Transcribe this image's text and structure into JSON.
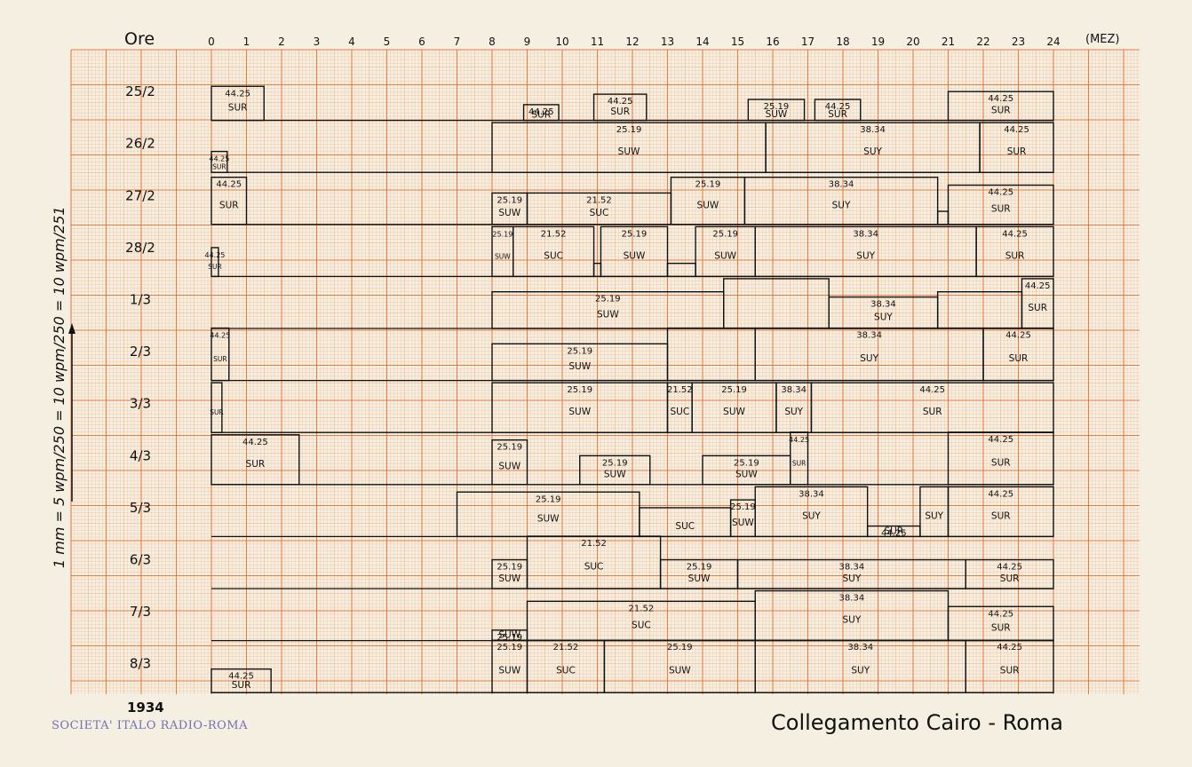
{
  "header": {
    "hours_label": "Ore",
    "unit_label": "(MEZ)",
    "hour_ticks": [
      "0",
      "1",
      "2",
      "3",
      "4",
      "5",
      "6",
      "7",
      "8",
      "9",
      "10",
      "11",
      "12",
      "13",
      "14",
      "15",
      "16",
      "17",
      "18",
      "19",
      "20",
      "21",
      "22",
      "23",
      "24"
    ]
  },
  "scale_note": "1 mm = 5 wpm/250 = 10 wpm/250 = 10 wpm/251",
  "year": "1934",
  "title": "Collegamento Cairo - Roma",
  "stamp": "SOCIETA' ITALO RADIO-ROMA",
  "colors": {
    "grid": "#f08a4a",
    "grid_major": "#e8692a",
    "paper": "#f4efe1",
    "ink": "#111111",
    "stamp": "#5a5ab0"
  },
  "rows": [
    {
      "date": "25/2",
      "blocks": [
        {
          "s": 0,
          "e": 1.5,
          "level": 0.65,
          "freq": "44.25",
          "call": "SUR"
        },
        {
          "s": 8.9,
          "e": 9.9,
          "level": 0.3,
          "freq": "44.25",
          "call": "SUR"
        },
        {
          "s": 10.9,
          "e": 12.4,
          "level": 0.5,
          "freq": "44.25",
          "call": "SUR"
        },
        {
          "s": 15.3,
          "e": 16.9,
          "level": 0.4,
          "freq": "25.19",
          "call": "SUW"
        },
        {
          "s": 17.2,
          "e": 18.5,
          "level": 0.4,
          "freq": "44.25",
          "call": "SUR"
        },
        {
          "s": 21,
          "e": 24,
          "level": 0.55,
          "freq": "44.25",
          "call": "SUR"
        }
      ]
    },
    {
      "date": "26/2",
      "blocks": [
        {
          "s": 0,
          "e": 0.45,
          "level": 0.4,
          "freq": "44.25",
          "call": "SUR"
        },
        {
          "s": 8,
          "e": 15.8,
          "level": 0.95,
          "freq": "25.19",
          "call": "SUW"
        },
        {
          "s": 15.8,
          "e": 21.9,
          "level": 0.95,
          "freq": "38.34",
          "call": "SUY"
        },
        {
          "s": 21.9,
          "e": 24,
          "level": 0.95,
          "freq": "44.25",
          "call": "SUR"
        }
      ]
    },
    {
      "date": "27/2",
      "blocks": [
        {
          "s": 0,
          "e": 1,
          "level": 0.9,
          "freq": "44.25",
          "call": "SUR"
        },
        {
          "s": 8,
          "e": 9,
          "level": 0.6,
          "freq": "25.19",
          "call": "SUW"
        },
        {
          "s": 9,
          "e": 13.1,
          "level": 0.6,
          "freq": "21.52",
          "call": "SUC"
        },
        {
          "s": 13.1,
          "e": 15.2,
          "level": 0.9,
          "freq": "25.19",
          "call": "SUW"
        },
        {
          "s": 15.2,
          "e": 20.7,
          "level": 0.9,
          "freq": "38.34",
          "call": "SUY"
        },
        {
          "s": 20.7,
          "e": 21,
          "level": 0.25,
          "freq": "",
          "call": ""
        },
        {
          "s": 21,
          "e": 24,
          "level": 0.75,
          "freq": "44.25",
          "call": "SUR"
        }
      ]
    },
    {
      "date": "28/2",
      "blocks": [
        {
          "s": 0,
          "e": 0.2,
          "level": 0.55,
          "freq": "44.25",
          "call": "SUR"
        },
        {
          "s": 8,
          "e": 8.6,
          "level": 0.95,
          "freq": "25.19",
          "call": "SUW"
        },
        {
          "s": 8.6,
          "e": 10.9,
          "level": 0.95,
          "freq": "21.52",
          "call": "SUC"
        },
        {
          "s": 10.9,
          "e": 11.1,
          "level": 0.25,
          "freq": "",
          "call": ""
        },
        {
          "s": 11.1,
          "e": 13,
          "level": 0.95,
          "freq": "25.19",
          "call": "SUW"
        },
        {
          "s": 13,
          "e": 13.8,
          "level": 0.25,
          "freq": "",
          "call": ""
        },
        {
          "s": 13.8,
          "e": 15.5,
          "level": 0.95,
          "freq": "25.19",
          "call": "SUW"
        },
        {
          "s": 15.5,
          "e": 21.8,
          "level": 0.95,
          "freq": "38.34",
          "call": "SUY"
        },
        {
          "s": 21.8,
          "e": 24,
          "level": 0.95,
          "freq": "44.25",
          "call": "SUR"
        }
      ]
    },
    {
      "date": "1/3",
      "blocks": [
        {
          "s": 8,
          "e": 14.6,
          "level": 0.7,
          "freq": "25.19",
          "call": "SUW"
        },
        {
          "s": 14.6,
          "e": 17.6,
          "level": 0.95,
          "freq": "",
          "call": ""
        },
        {
          "s": 17.6,
          "e": 20.7,
          "level": 0.6,
          "freq": "38.34",
          "call": "SUY"
        },
        {
          "s": 20.7,
          "e": 23.1,
          "level": 0.7,
          "freq": "",
          "call": ""
        },
        {
          "s": 23.1,
          "e": 24,
          "level": 0.95,
          "freq": "44.25",
          "call": "SUR"
        }
      ]
    },
    {
      "date": "2/3",
      "blocks": [
        {
          "s": 0,
          "e": 0.5,
          "level": 1,
          "freq": "44.25",
          "call": "SUR"
        },
        {
          "s": 8,
          "e": 13,
          "level": 0.7,
          "freq": "25.19",
          "call": "SUW"
        },
        {
          "s": 13,
          "e": 15.5,
          "level": 1,
          "freq": "",
          "call": ""
        },
        {
          "s": 15.5,
          "e": 22,
          "level": 1,
          "freq": "38.34",
          "call": "SUY"
        },
        {
          "s": 22,
          "e": 24,
          "level": 1,
          "freq": "44.25",
          "call": "SUR"
        }
      ]
    },
    {
      "date": "3/3",
      "blocks": [
        {
          "s": 0,
          "e": 0.3,
          "level": 0.95,
          "freq": "",
          "call": "SUR"
        },
        {
          "s": 8,
          "e": 13,
          "level": 0.95,
          "freq": "25.19",
          "call": "SUW"
        },
        {
          "s": 13,
          "e": 13.7,
          "level": 0.95,
          "freq": "21.52",
          "call": "SUC"
        },
        {
          "s": 13.7,
          "e": 16.1,
          "level": 0.95,
          "freq": "25.19",
          "call": "SUW"
        },
        {
          "s": 16.1,
          "e": 17.1,
          "level": 0.95,
          "freq": "38.34",
          "call": "SUY"
        },
        {
          "s": 17.1,
          "e": 24,
          "level": 0.95,
          "freq": "44.25",
          "call": "SUR"
        }
      ]
    },
    {
      "date": "4/3",
      "blocks": [
        {
          "s": 0,
          "e": 2.5,
          "level": 0.95,
          "freq": "44.25",
          "call": "SUR"
        },
        {
          "s": 8,
          "e": 9,
          "level": 0.85,
          "freq": "25.19",
          "call": "SUW"
        },
        {
          "s": 10.5,
          "e": 12.5,
          "level": 0.55,
          "freq": "25.19",
          "call": "SUW"
        },
        {
          "s": 14,
          "e": 16.5,
          "level": 0.55,
          "freq": "25.19",
          "call": "SUW"
        },
        {
          "s": 16.5,
          "e": 17,
          "level": 1,
          "freq": "44.25",
          "call": "SUR"
        },
        {
          "s": 21,
          "e": 24,
          "level": 1,
          "freq": "44.25",
          "call": "SUR"
        }
      ]
    },
    {
      "date": "5/3",
      "blocks": [
        {
          "s": 7,
          "e": 12.2,
          "level": 0.85,
          "freq": "25.19",
          "call": "SUW"
        },
        {
          "s": 12.2,
          "e": 14.8,
          "level": 0.55,
          "freq": "",
          "call": "SUC"
        },
        {
          "s": 14.8,
          "e": 15.5,
          "level": 0.7,
          "freq": "25.19",
          "call": "SUW"
        },
        {
          "s": 15.5,
          "e": 18.7,
          "level": 0.95,
          "freq": "38.34",
          "call": "SUY"
        },
        {
          "s": 18.7,
          "e": 20.2,
          "level": 0.2,
          "freq": "44.25",
          "call": "SUR"
        },
        {
          "s": 20.2,
          "e": 21,
          "level": 0.95,
          "freq": "",
          "call": "SUY"
        },
        {
          "s": 21,
          "e": 24,
          "level": 0.95,
          "freq": "44.25",
          "call": "SUR"
        }
      ]
    },
    {
      "date": "6/3",
      "blocks": [
        {
          "s": 8,
          "e": 9,
          "level": 0.55,
          "freq": "25.19",
          "call": "SUW"
        },
        {
          "s": 9,
          "e": 12.8,
          "level": 1,
          "freq": "21.52",
          "call": "SUC"
        },
        {
          "s": 12.8,
          "e": 15,
          "level": 0.55,
          "freq": "25.19",
          "call": "SUW"
        },
        {
          "s": 15,
          "e": 21.5,
          "level": 0.55,
          "freq": "38.34",
          "call": "SUY"
        },
        {
          "s": 21.5,
          "e": 24,
          "level": 0.55,
          "freq": "44.25",
          "call": "SUR"
        }
      ]
    },
    {
      "date": "7/3",
      "blocks": [
        {
          "s": 8,
          "e": 9,
          "level": 0.2,
          "freq": "25.19",
          "call": "SUW"
        },
        {
          "s": 9,
          "e": 15.5,
          "level": 0.75,
          "freq": "21.52",
          "call": "SUC"
        },
        {
          "s": 15.5,
          "e": 21,
          "level": 0.95,
          "freq": "38.34",
          "call": "SUY"
        },
        {
          "s": 21,
          "e": 24,
          "level": 0.65,
          "freq": "44.25",
          "call": "SUR"
        }
      ]
    },
    {
      "date": "8/3",
      "blocks": [
        {
          "s": 0,
          "e": 1.7,
          "level": 0.45,
          "freq": "44.25",
          "call": "SUR"
        },
        {
          "s": 8,
          "e": 9,
          "level": 1,
          "freq": "25.19",
          "call": "SUW"
        },
        {
          "s": 9,
          "e": 11.2,
          "level": 1,
          "freq": "21.52",
          "call": "SUC"
        },
        {
          "s": 11.2,
          "e": 15.5,
          "level": 1,
          "freq": "25.19",
          "call": "SUW"
        },
        {
          "s": 15.5,
          "e": 21.5,
          "level": 1,
          "freq": "38.34",
          "call": "SUY"
        },
        {
          "s": 21.5,
          "e": 24,
          "level": 1,
          "freq": "44.25",
          "call": "SUR"
        }
      ]
    }
  ]
}
